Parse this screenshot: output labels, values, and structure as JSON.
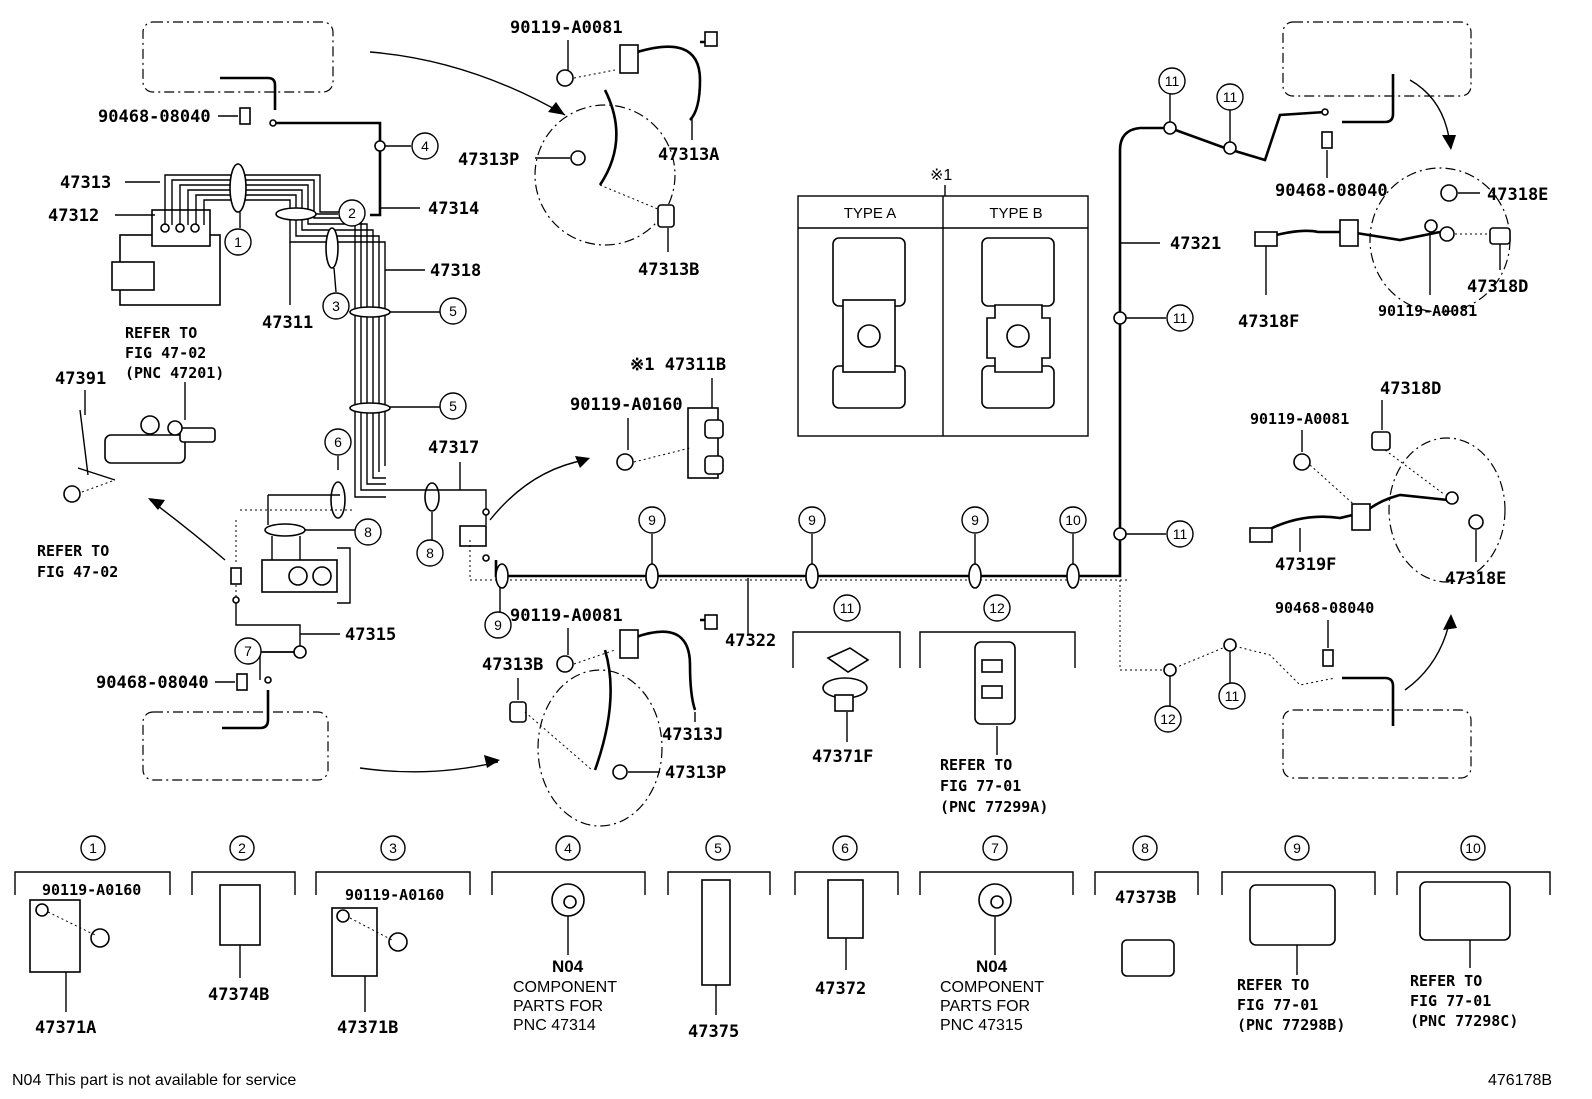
{
  "footer": {
    "note": "N04 This part is not available for service",
    "figure_id": "476178B"
  },
  "type_box": {
    "marker": "※1",
    "type_a": "TYPE A",
    "type_b": "TYPE B"
  },
  "part_labels": {
    "p_90119_A0081_top": "90119-A0081",
    "p_90468_08040_tl": "90468-08040",
    "p_47313": "47313",
    "p_47312": "47312",
    "p_47313P_top": "47313P",
    "p_47313A": "47313A",
    "p_47313B_top": "47313B",
    "p_47314": "47314",
    "p_47318": "47318",
    "p_47311": "47311",
    "p_refer_47_02_pnc_1": "REFER TO",
    "p_refer_47_02_pnc_2": "FIG 47-02",
    "p_refer_47_02_pnc_3": "(PNC 47201)",
    "p_47391": "47391",
    "p_refer_47_02_1": "REFER TO",
    "p_refer_47_02_2": "FIG 47-02",
    "p_47311B": "※1 47311B",
    "p_90119_A0160_mid": "90119-A0160",
    "p_47317": "47317",
    "p_47315": "47315",
    "p_90468_08040_bl": "90468-08040",
    "p_90119_A0081_bot": "90119-A0081",
    "p_47313B_bot": "47313B",
    "p_47322": "47322",
    "p_47313J": "47313J",
    "p_47313P_bot": "47313P",
    "p_47371F": "47371F",
    "p_refer_77_01_a_1": "REFER TO",
    "p_refer_77_01_a_2": "FIG 77-01",
    "p_refer_77_01_a_3": "(PNC 77299A)",
    "p_47321": "47321",
    "p_90468_08040_tr": "90468-08040",
    "p_47318E_top": "47318E",
    "p_47318F": "47318F",
    "p_90119_A0081_tr": "90119-A0081",
    "p_47318D_top": "47318D",
    "p_47318D_mid": "47318D",
    "p_90119_A0081_mr": "90119-A0081",
    "p_47319F": "47319F",
    "p_47318E_bot": "47318E",
    "p_90468_08040_br": "90468-08040"
  },
  "legend": [
    {
      "num": "1",
      "lines": [
        "90119-A0160",
        "47371A"
      ]
    },
    {
      "num": "2",
      "lines": [
        "47374B"
      ]
    },
    {
      "num": "3",
      "lines": [
        "90119-A0160",
        "47371B"
      ]
    },
    {
      "num": "4",
      "lines": [
        "N04",
        "COMPONENT",
        "PARTS FOR",
        "PNC 47314"
      ]
    },
    {
      "num": "5",
      "lines": [
        "47375"
      ]
    },
    {
      "num": "6",
      "lines": [
        "47372"
      ]
    },
    {
      "num": "7",
      "lines": [
        "N04",
        "COMPONENT",
        "PARTS FOR",
        "PNC 47315"
      ]
    },
    {
      "num": "8",
      "lines": [
        "47373B"
      ]
    },
    {
      "num": "9",
      "lines": [
        "REFER TO",
        "FIG 77-01",
        "(PNC 77298B)"
      ]
    },
    {
      "num": "10",
      "lines": [
        "REFER TO",
        "FIG 77-01",
        "(PNC 77298C)"
      ]
    }
  ],
  "callout_numbers": {
    "c1": "1",
    "c2": "2",
    "c3": "3",
    "c4": "4",
    "c5a": "5",
    "c5b": "5",
    "c6": "6",
    "c7": "7",
    "c8a": "8",
    "c8b": "8",
    "c9a": "9",
    "c9b": "9",
    "c9c": "9",
    "c9d": "9",
    "c10": "10",
    "c11a": "11",
    "c11b": "11",
    "c11c": "11",
    "c11d": "11",
    "c11e": "11",
    "c11f": "11",
    "c12a": "12",
    "c12b": "12"
  }
}
